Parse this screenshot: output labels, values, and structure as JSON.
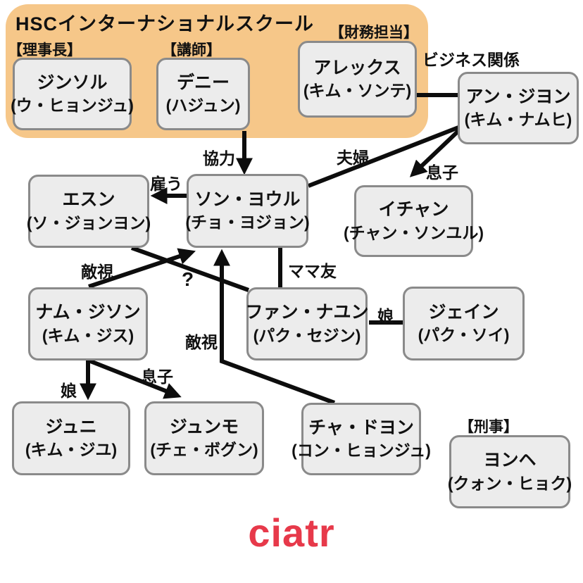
{
  "page": {
    "title": "HSCインターナショナルスクール",
    "watermark": "ciatr"
  },
  "characters": [
    {
      "role": "【理事長】",
      "name": "ジンソル",
      "actor": "(ウ・ヒョンジュ)"
    },
    {
      "role": "【講師】",
      "name": "デニー",
      "actor": "(ハジュン)"
    },
    {
      "role": "【財務担当】",
      "name": "アレックス",
      "actor": "(キム・ソンテ)"
    },
    {
      "name": "アン・ジヨン",
      "actor": "(キム・ナムヒ)"
    },
    {
      "name": "エスン",
      "actor": "(ソ・ジョンヨン)"
    },
    {
      "name": "ソン・ヨウル",
      "actor": "(チョ・ヨジョン)"
    },
    {
      "name": "イチャン",
      "actor": "(チャン・ソンユル)"
    },
    {
      "name": "ナム・ジソン",
      "actor": "(キム・ジス)"
    },
    {
      "name": "ファン・ナユン",
      "actor": "(パク・セジン)"
    },
    {
      "name": "ジェイン",
      "actor": "(パク・ソイ)"
    },
    {
      "name": "ジュニ",
      "actor": "(キム・ジユ)"
    },
    {
      "name": "ジュンモ",
      "actor": "(チェ・ボグン)"
    },
    {
      "name": "チャ・ドヨン",
      "actor": "(コン・ヒョンジュ)"
    },
    {
      "role": "【刑事】",
      "name": "ヨンヘ",
      "actor": "(クォン・ヒョク)"
    }
  ],
  "relations": [
    {
      "label": "協力",
      "from": "デニー",
      "to": "ソン・ヨウル",
      "arrow": "to"
    },
    {
      "label": "夫婦",
      "from": "ソン・ヨウル",
      "to": "アン・ジヨン",
      "arrow": "none"
    },
    {
      "label": "ビジネス関係",
      "from": "アレックス",
      "to": "アン・ジヨン",
      "arrow": "none"
    },
    {
      "label": "息子",
      "from": "アン・ジヨン",
      "to": "イチャン",
      "arrow": "to"
    },
    {
      "label": "雇う",
      "from": "ソン・ヨウル",
      "to": "エスン",
      "arrow": "to"
    },
    {
      "label": "敵視",
      "from": "ナム・ジソン",
      "to": "ソン・ヨウル",
      "arrow": "to"
    },
    {
      "label": "?",
      "from": "エスン",
      "to": "ファン・ナユン",
      "arrow": "none"
    },
    {
      "label": "ママ友",
      "from": "ソン・ヨウル",
      "to": "ファン・ナユン",
      "arrow": "none"
    },
    {
      "label": "敵視",
      "from": "チャ・ドヨン",
      "to": "ソン・ヨウル",
      "arrow": "to"
    },
    {
      "label": "娘",
      "from": "ファン・ナユン",
      "to": "ジェイン",
      "arrow": "none"
    },
    {
      "label": "娘",
      "from": "ナム・ジソン",
      "to": "ジュニ",
      "arrow": "to"
    },
    {
      "label": "息子",
      "from": "ナム・ジソン",
      "to": "ジュンモ",
      "arrow": "to"
    }
  ],
  "colors": {
    "panel_orange": "#f6c789",
    "box_fill": "#ececec",
    "box_border": "#8a8a8a",
    "line_black": "#0d0d0d",
    "logo_red": "#e7394a",
    "text": "#111111"
  }
}
